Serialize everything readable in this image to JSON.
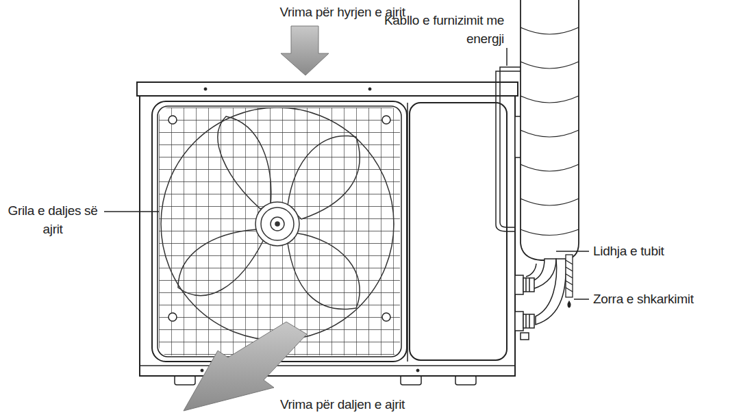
{
  "diagram": {
    "labels": [
      "Vrima për hyrjen e ajrit",
      "Kabllo e furnizimit me energji",
      "Grila e daljes së ajrit",
      "Lidhja e tubit",
      "Zorra e shkarkimit",
      "Vrima për daljen e ajrit"
    ]
  }
}
